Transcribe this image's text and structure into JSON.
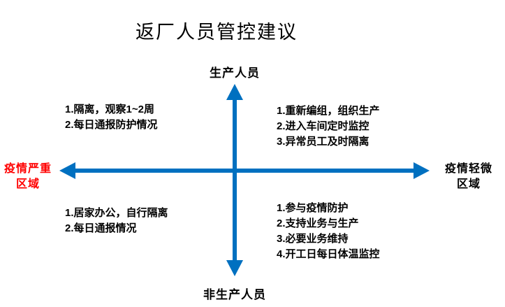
{
  "title": "返厂人员管控建议",
  "axes": {
    "axis_color": "#0070C0",
    "top_label": "生产人员",
    "bottom_label": "非生产人员",
    "left_label": {
      "line1": "疫情严重",
      "line2": "区域",
      "color": "#FF0000"
    },
    "right_label": {
      "line1": "疫情轻微",
      "line2": "区域"
    }
  },
  "quadrants": {
    "top_left": {
      "items": [
        "1.隔离，观察1~2周",
        "2.每日通报防护情况"
      ]
    },
    "top_right": {
      "items": [
        "1.重新编组，组织生产",
        "2.进入车间定时监控",
        "3.异常员工及时隔离"
      ]
    },
    "bottom_left": {
      "items": [
        "1.居家办公，自行隔离",
        "2.每日通报情况"
      ]
    },
    "bottom_right": {
      "items": [
        "1.参与疫情防护",
        "2.支持业务与生产",
        "3.必要业务维持",
        "4.开工日每日体温监控"
      ]
    }
  }
}
